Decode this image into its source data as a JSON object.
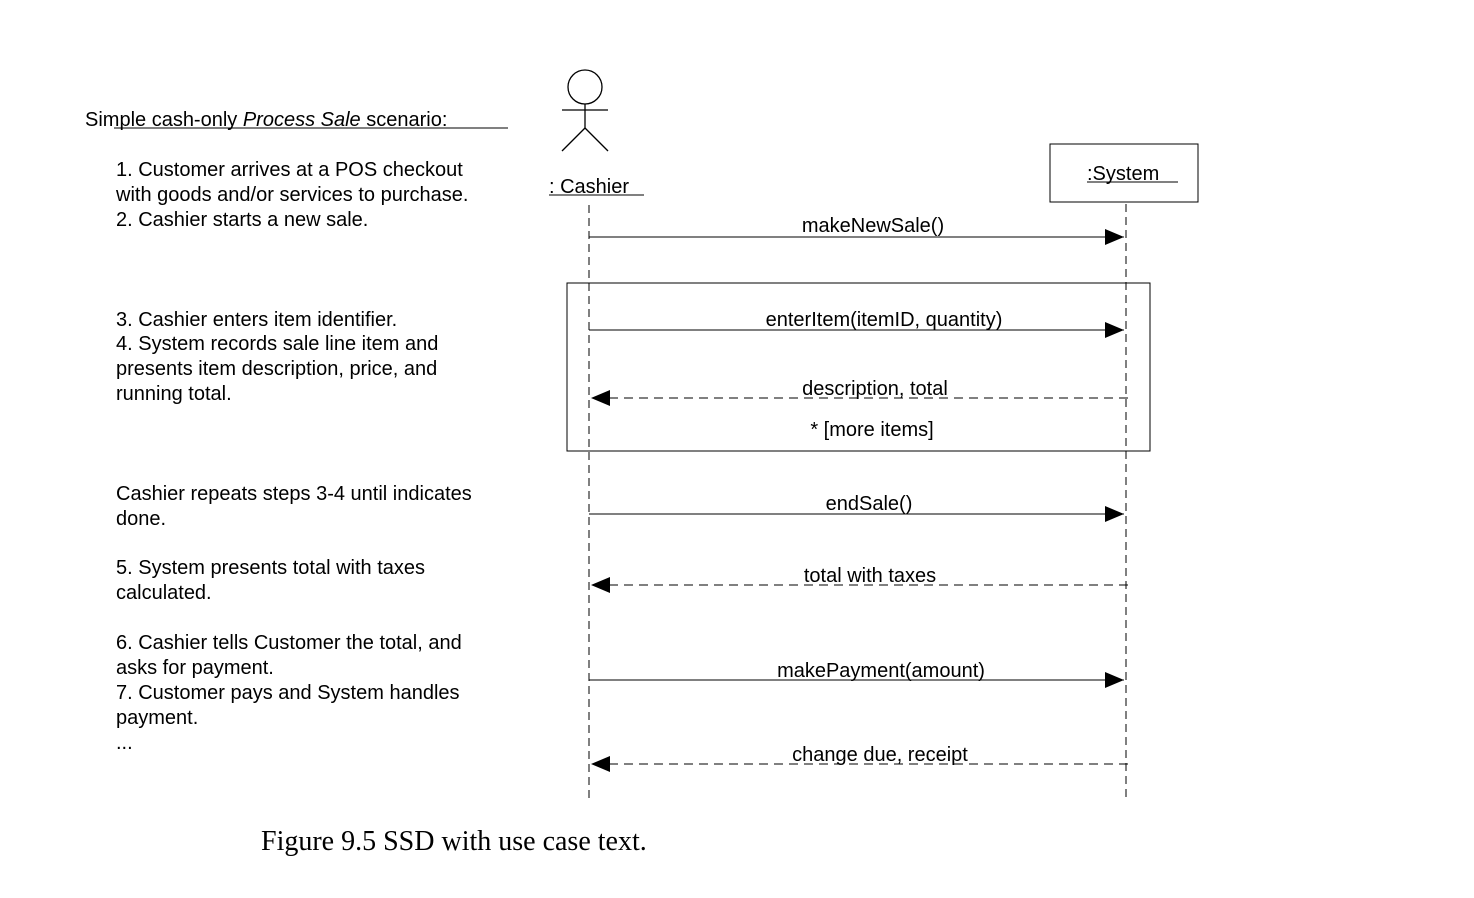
{
  "scenario": {
    "title_pre": "Simple cash-only ",
    "title_em": "Process Sale",
    "title_post": " scenario:",
    "lines": [
      "1. Customer arrives at a POS checkout",
      "with goods and/or services to purchase.",
      "2. Cashier starts a new sale.",
      "3. Cashier enters item identifier.",
      "4. System records sale line item and",
      "presents item description, price, and",
      "running total.",
      "Cashier repeats steps 3-4 until indicates",
      "done.",
      "5. System presents total with taxes",
      "calculated.",
      "6. Cashier tells Customer the total, and",
      "asks for payment.",
      "7. Customer pays and System handles",
      "payment.",
      "..."
    ]
  },
  "actors": {
    "cashier": ": Cashier",
    "system": ":System"
  },
  "messages": [
    {
      "label": "makeNewSale()",
      "kind": "call"
    },
    {
      "label": "enterItem(itemID, quantity)",
      "kind": "call"
    },
    {
      "label": "description, total",
      "kind": "return"
    },
    {
      "label": "endSale()",
      "kind": "call"
    },
    {
      "label": "total with taxes",
      "kind": "return"
    },
    {
      "label": "makePayment(amount)",
      "kind": "call"
    },
    {
      "label": "change due, receipt",
      "kind": "return"
    }
  ],
  "loop": {
    "guard": "* [more items]"
  },
  "caption": "Figure 9.5 SSD with use case text."
}
